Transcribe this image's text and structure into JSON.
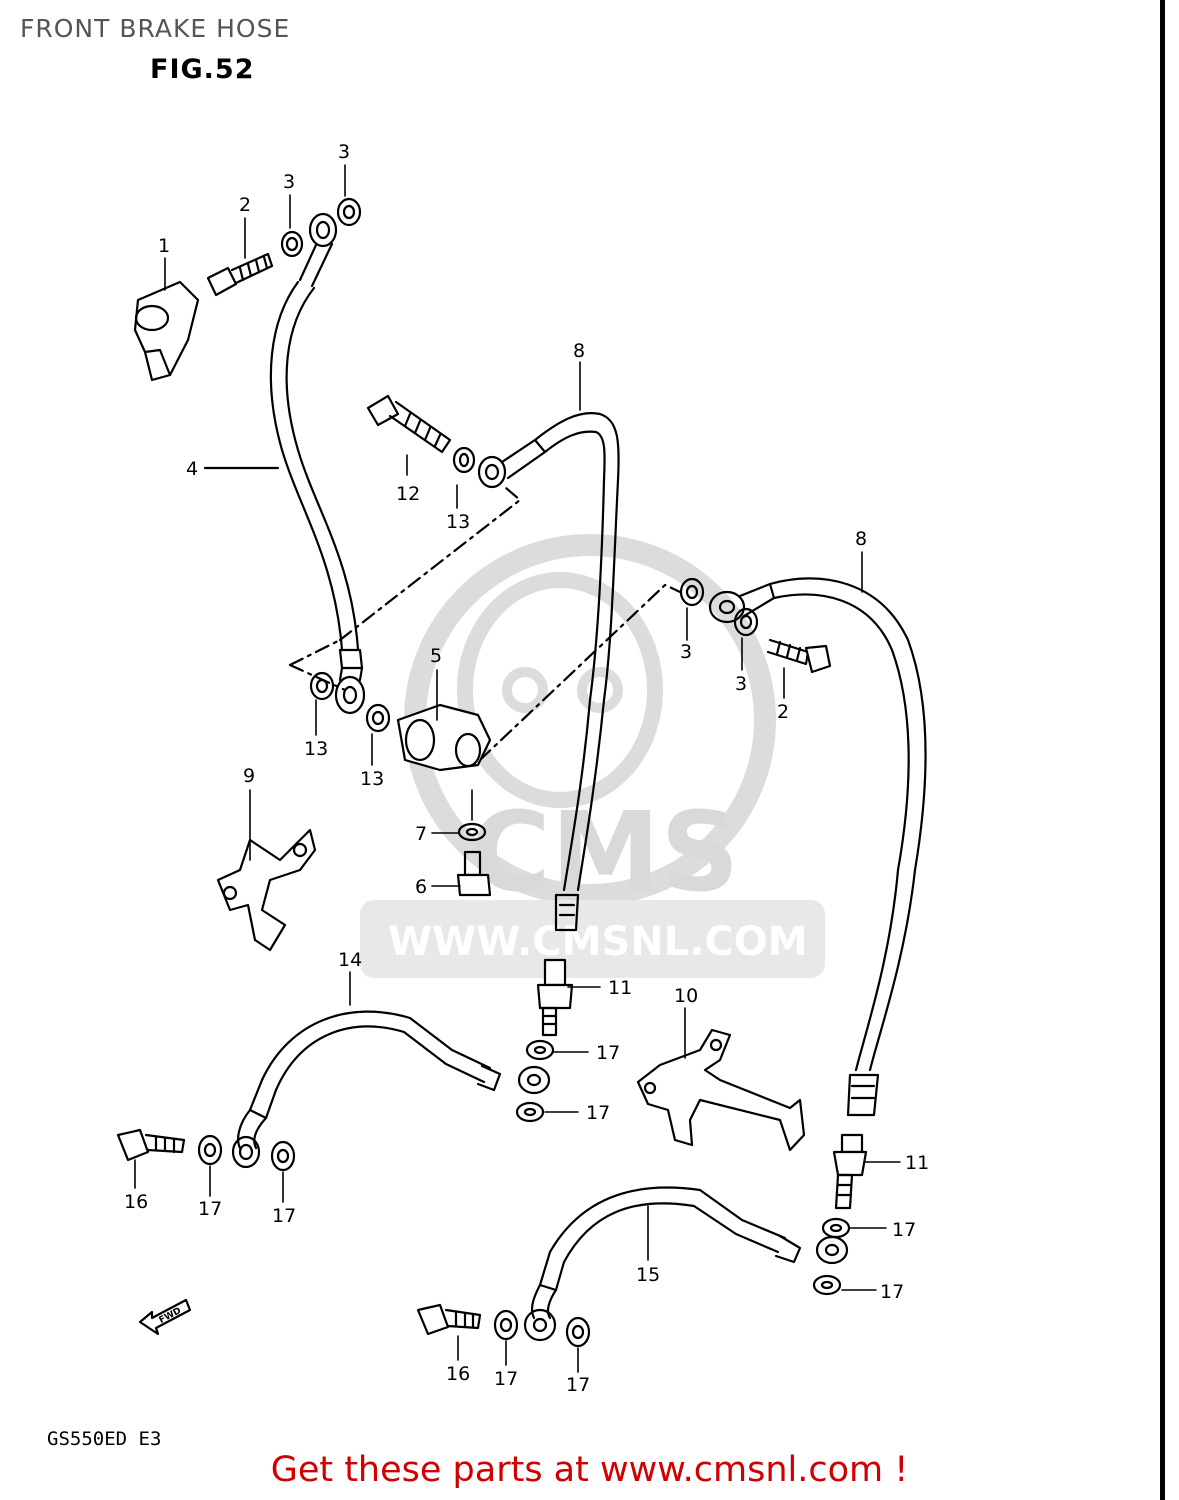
{
  "title": "FRONT BRAKE HOSE",
  "figure_label": "FIG.52",
  "model_code": "GS550ED  E3",
  "footer": "Get these parts at www.cmsnl.com !",
  "watermark": {
    "logo_text": "CMS",
    "url_text": "WWW.CMSNL.COM",
    "color": "#d9d9d9"
  },
  "direction_marker": "FWD",
  "colors": {
    "footer_text": "#d00000",
    "line_art": "#000000"
  },
  "callouts": [
    {
      "id": "c1",
      "text": "1"
    },
    {
      "id": "c2a",
      "text": "2"
    },
    {
      "id": "c3a",
      "text": "3"
    },
    {
      "id": "c3b",
      "text": "3"
    },
    {
      "id": "c4",
      "text": "4"
    },
    {
      "id": "c8a",
      "text": "8"
    },
    {
      "id": "c12",
      "text": "12"
    },
    {
      "id": "c13a",
      "text": "13"
    },
    {
      "id": "c8b",
      "text": "8"
    },
    {
      "id": "c5",
      "text": "5"
    },
    {
      "id": "c3c",
      "text": "3"
    },
    {
      "id": "c3d",
      "text": "3"
    },
    {
      "id": "c2b",
      "text": "2"
    },
    {
      "id": "c13b",
      "text": "13"
    },
    {
      "id": "c13c",
      "text": "13"
    },
    {
      "id": "c9",
      "text": "9"
    },
    {
      "id": "c7",
      "text": "7"
    },
    {
      "id": "c6",
      "text": "6"
    },
    {
      "id": "c14",
      "text": "14"
    },
    {
      "id": "c11a",
      "text": "11"
    },
    {
      "id": "c10",
      "text": "10"
    },
    {
      "id": "c17a",
      "text": "17"
    },
    {
      "id": "c17b",
      "text": "17"
    },
    {
      "id": "c11b",
      "text": "11"
    },
    {
      "id": "c16a",
      "text": "16"
    },
    {
      "id": "c17c",
      "text": "17"
    },
    {
      "id": "c17d",
      "text": "17"
    },
    {
      "id": "c17e",
      "text": "17"
    },
    {
      "id": "c15",
      "text": "15"
    },
    {
      "id": "c17f",
      "text": "17"
    },
    {
      "id": "c16b",
      "text": "16"
    },
    {
      "id": "c17g",
      "text": "17"
    },
    {
      "id": "c17h",
      "text": "17"
    }
  ]
}
